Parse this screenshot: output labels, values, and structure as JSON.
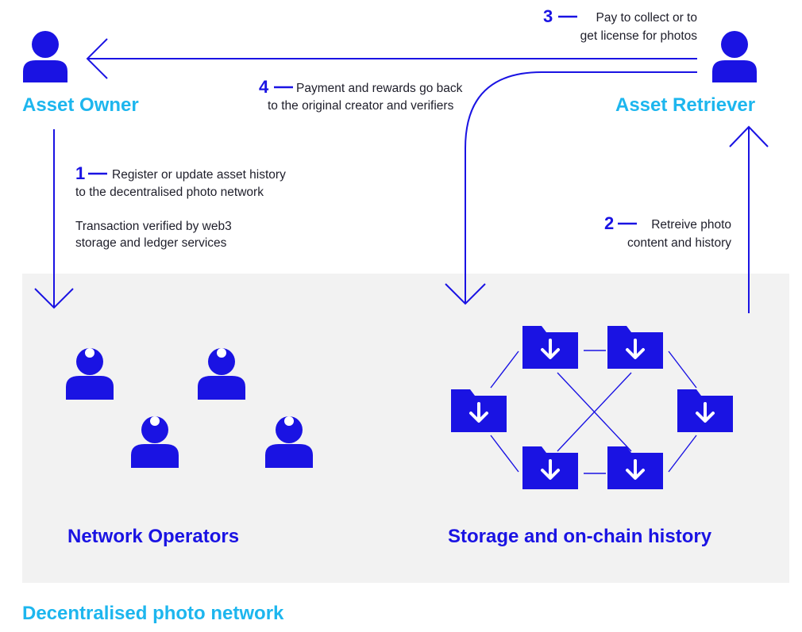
{
  "actors": {
    "asset_owner": "Asset Owner",
    "asset_retriever": "Asset Retriever"
  },
  "steps": [
    {
      "number": "1",
      "lines": [
        "Register or update asset history",
        "to the decentralised photo network"
      ]
    },
    {
      "number": "2",
      "lines": [
        "Retreive photo",
        "content and history"
      ]
    },
    {
      "number": "3",
      "lines": [
        "Pay to collect or to",
        "get license for photos"
      ]
    },
    {
      "number": "4",
      "lines": [
        "Payment and rewards go back",
        "to the original creator and verifiers"
      ]
    }
  ],
  "note": {
    "lines": [
      "Transaction verified by web3",
      "storage and ledger services"
    ]
  },
  "groups": {
    "network_operators": "Network Operators",
    "storage": "Storage and on-chain history"
  },
  "network": {
    "title": "Decentralised photo network"
  },
  "icons": {
    "person": "person-icon",
    "operator": "operator-person-icon",
    "folder": "folder-download-icon"
  },
  "colors": {
    "primary": "#1a13e3",
    "accent": "#1db6ee",
    "panel": "#f2f2f2",
    "text": "#1e1e2a"
  }
}
